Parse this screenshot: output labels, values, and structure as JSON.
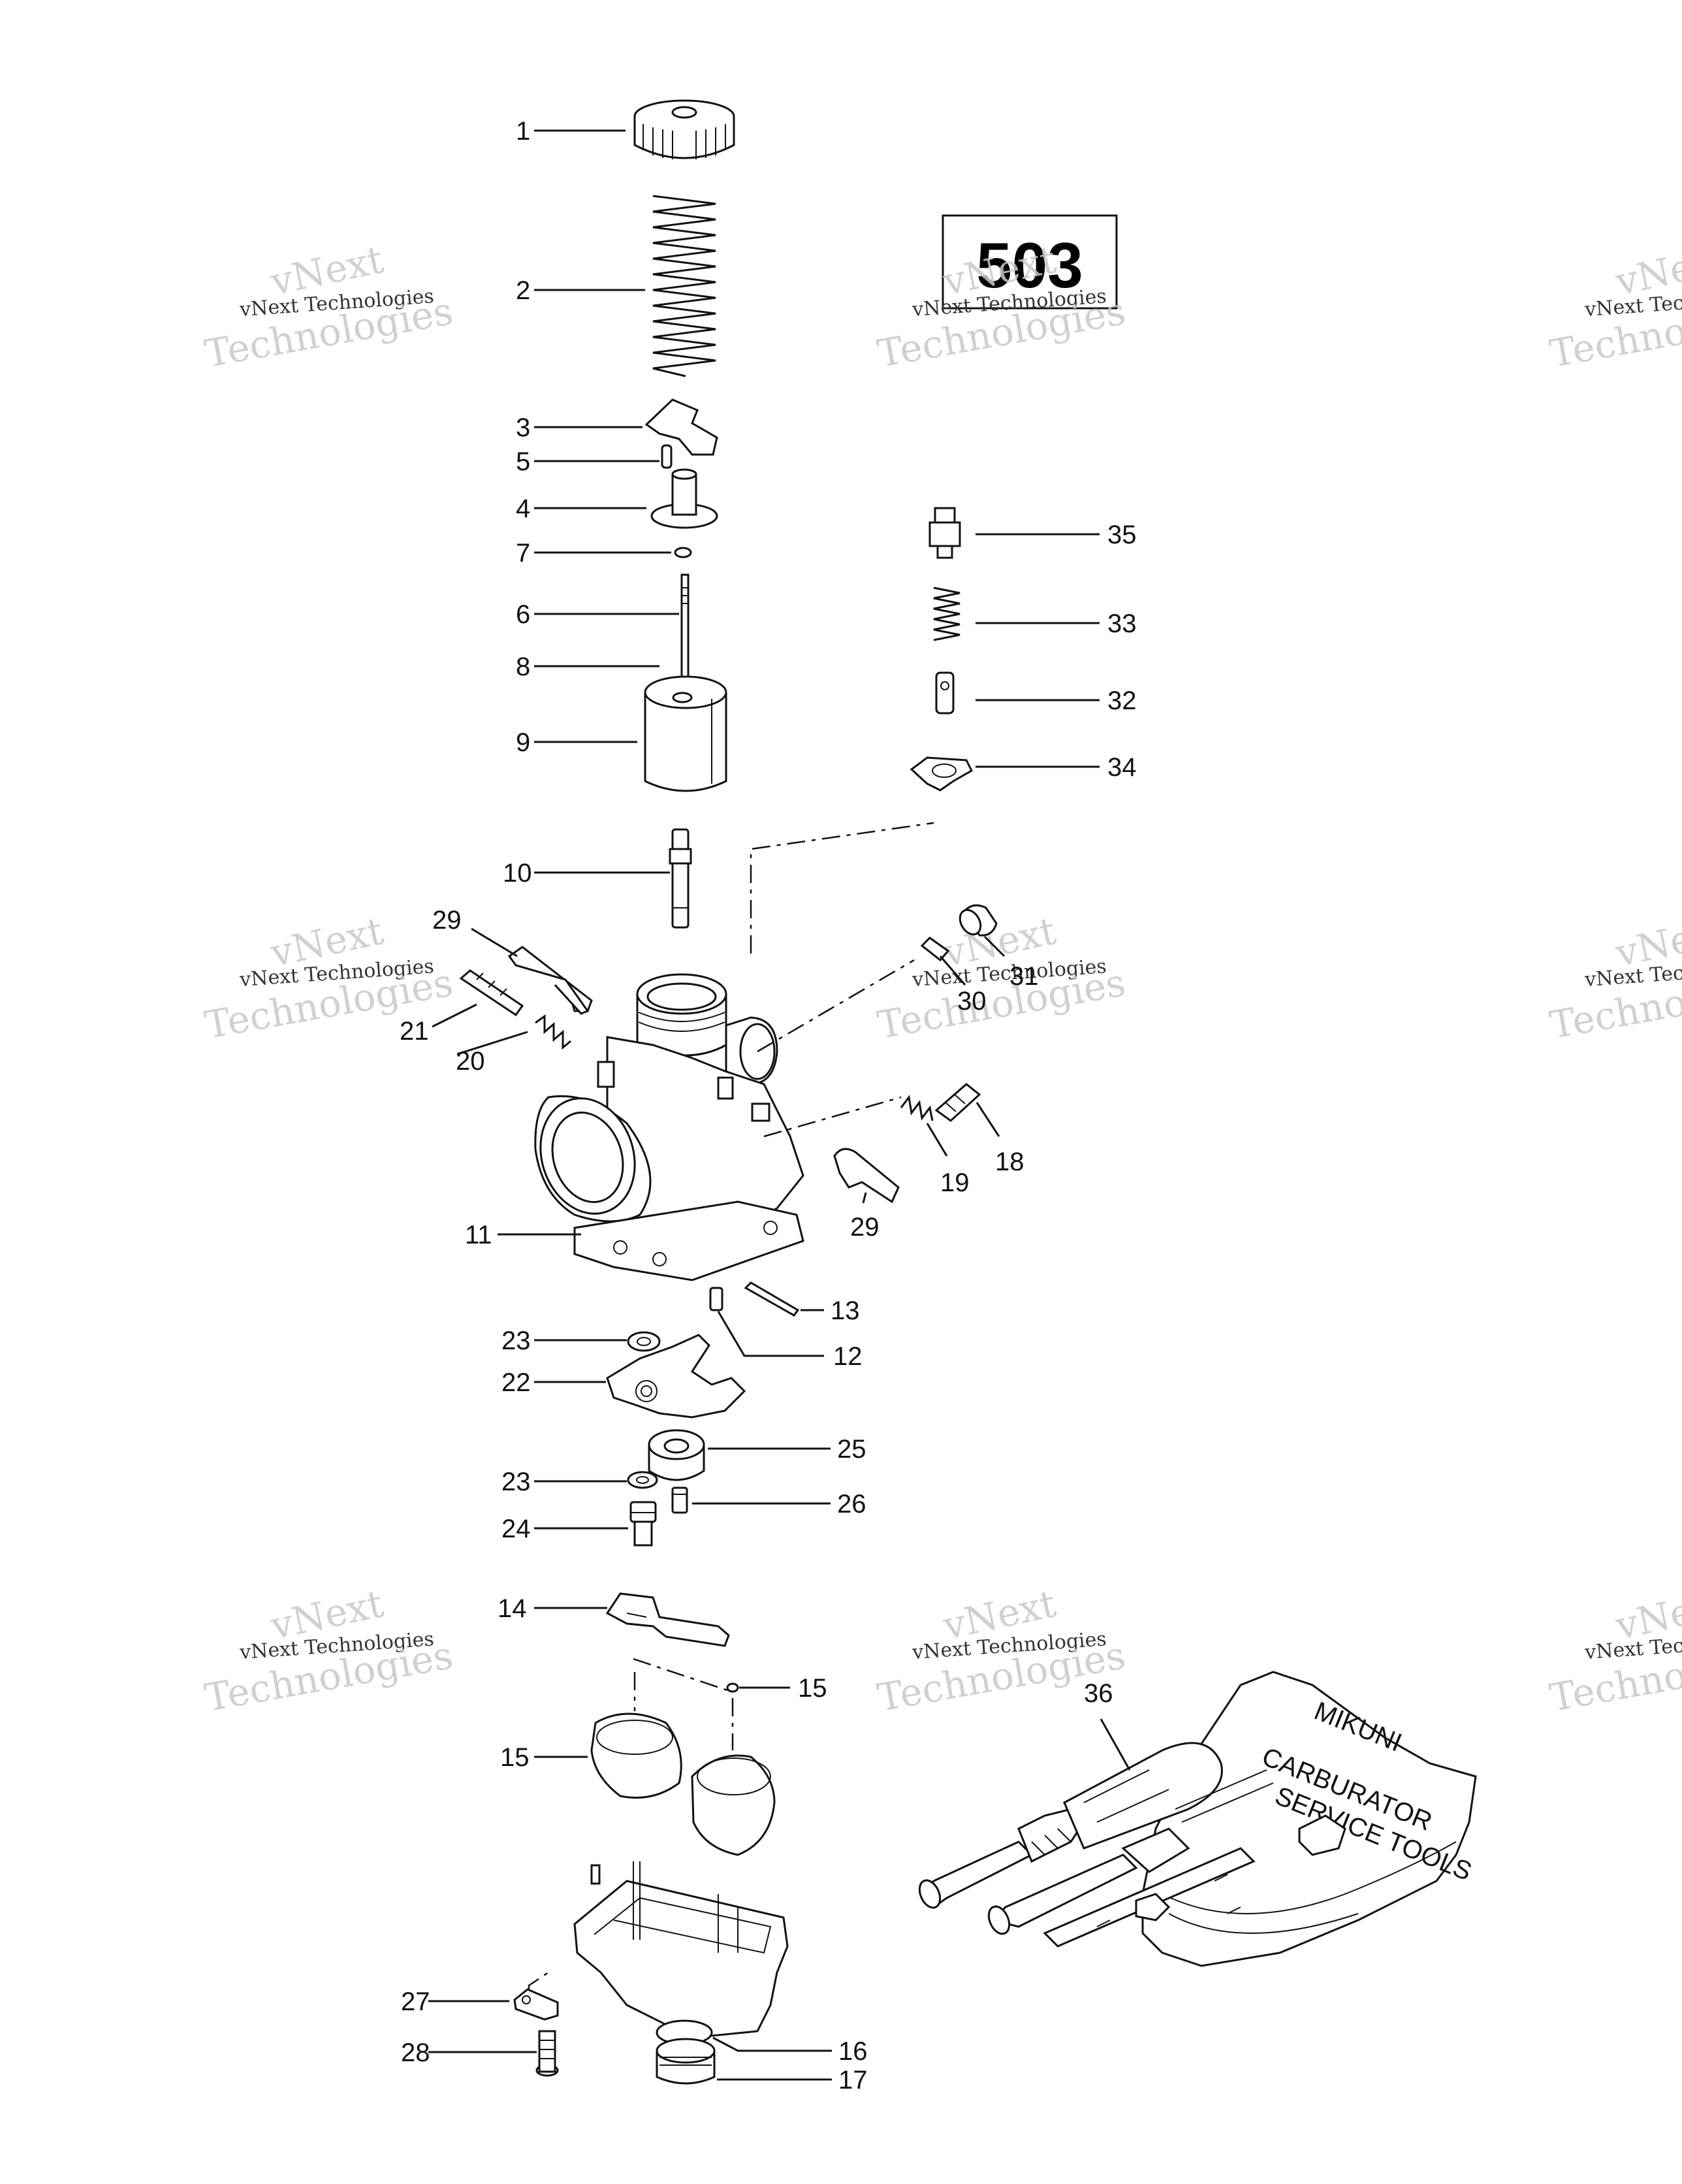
{
  "diagram_number": "503",
  "watermark": {
    "line1": "vNext",
    "line2": "vNext Technologies",
    "line3": "Technologies"
  },
  "labels": {
    "l1": "1",
    "l2": "2",
    "l3": "3",
    "l5": "5",
    "l4": "4",
    "l7": "7",
    "l6": "6",
    "l8": "8",
    "l9": "9",
    "l10": "10",
    "l29a": "29",
    "l21": "21",
    "l20": "20",
    "l11": "11",
    "l23a": "23",
    "l22": "22",
    "l23b": "23",
    "l24": "24",
    "l14": "14",
    "l15a": "15",
    "l27": "27",
    "l28": "28",
    "l35": "35",
    "l33": "33",
    "l32": "32",
    "l34": "34",
    "l30": "30",
    "l31": "31",
    "l19": "19",
    "l18": "18",
    "l29b": "29",
    "l13": "13",
    "l12": "12",
    "l25": "25",
    "l26": "26",
    "l15b": "15",
    "l36": "36",
    "l16": "16",
    "l17": "17"
  },
  "toolkit_text": {
    "line1": "MIKUNI",
    "line2": "CARBURATOR",
    "line3": "SERVICE TOOLS"
  }
}
